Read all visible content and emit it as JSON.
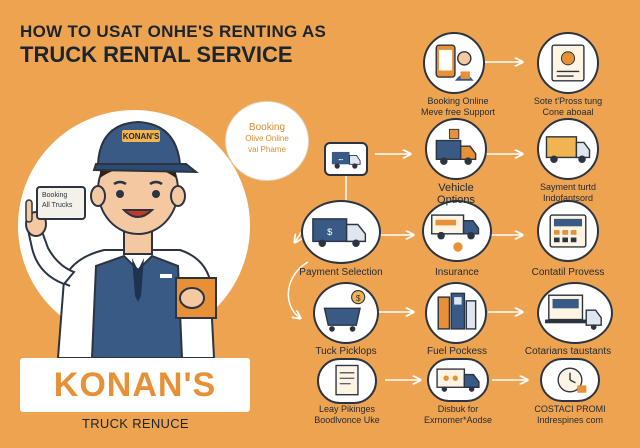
{
  "header": {
    "title_line1": "HOW TO USAT ONHE'S RENTING AS",
    "title_line2": "TRUCK RENTAL SERVICE"
  },
  "hero": {
    "cap_text": "KONAN'S",
    "card_line1": "Booking",
    "card_line2": "All Trucks",
    "bubble_line1": "Booking",
    "bubble_line2": "Olive Online",
    "bubble_line3": "vai Phame"
  },
  "brand": {
    "name": "KONAN'S",
    "subtitle": "TRUCK RENUCE"
  },
  "steps": [
    {
      "id": "booking-online",
      "icon": "phone-booking-icon",
      "label_line1": "Booking Online",
      "label_line2": "Meve free Support"
    },
    {
      "id": "site-process",
      "icon": "profile-card-icon",
      "label_line1": "Sote t'Pross tung",
      "label_line2": "Cone aboaal"
    },
    {
      "id": "vehicle-options",
      "icon": "truck-loading-icon",
      "label_line1": "Vehicle",
      "label_line2": "Options"
    },
    {
      "id": "payment-terms",
      "icon": "moving-truck-icon",
      "label_line1": "Sayment turtd",
      "label_line2": "Indofantsord"
    },
    {
      "id": "payment-selection",
      "icon": "truck-dollar-icon",
      "label_line1": "Payment Selection",
      "label_line2": ""
    },
    {
      "id": "insurance",
      "icon": "insurance-truck-icon",
      "label_line1": "Insurance",
      "label_line2": ""
    },
    {
      "id": "contract-process",
      "icon": "calculator-icon",
      "label_line1": "Contatil Provess",
      "label_line2": ""
    },
    {
      "id": "truck-pickups",
      "icon": "cart-money-icon",
      "label_line1": "Tuck Picklops",
      "label_line2": ""
    },
    {
      "id": "fuel-pockess",
      "icon": "fuel-pump-icon",
      "label_line1": "Fuel Pockess",
      "label_line2": ""
    },
    {
      "id": "cotarians",
      "icon": "laptop-truck-icon",
      "label_line1": "Cotarians taustants",
      "label_line2": ""
    },
    {
      "id": "leay-pikinges",
      "icon": "checklist-icon",
      "label_line1": "Leay Pikinges",
      "label_line2": "Boodlvonce Uke"
    },
    {
      "id": "disbuk",
      "icon": "delivery-truck-icon",
      "label_line1": "Disbuk for",
      "label_line2": "Exrnomer*Aodse"
    },
    {
      "id": "contact-prom",
      "icon": "clock-contact-icon",
      "label_line1": "COSTACI PROMI",
      "label_line2": "Indrespines com"
    }
  ],
  "colors": {
    "background": "#eea350",
    "accent": "#e89036",
    "navy": "#3a5a86",
    "ink": "#2b3440"
  }
}
